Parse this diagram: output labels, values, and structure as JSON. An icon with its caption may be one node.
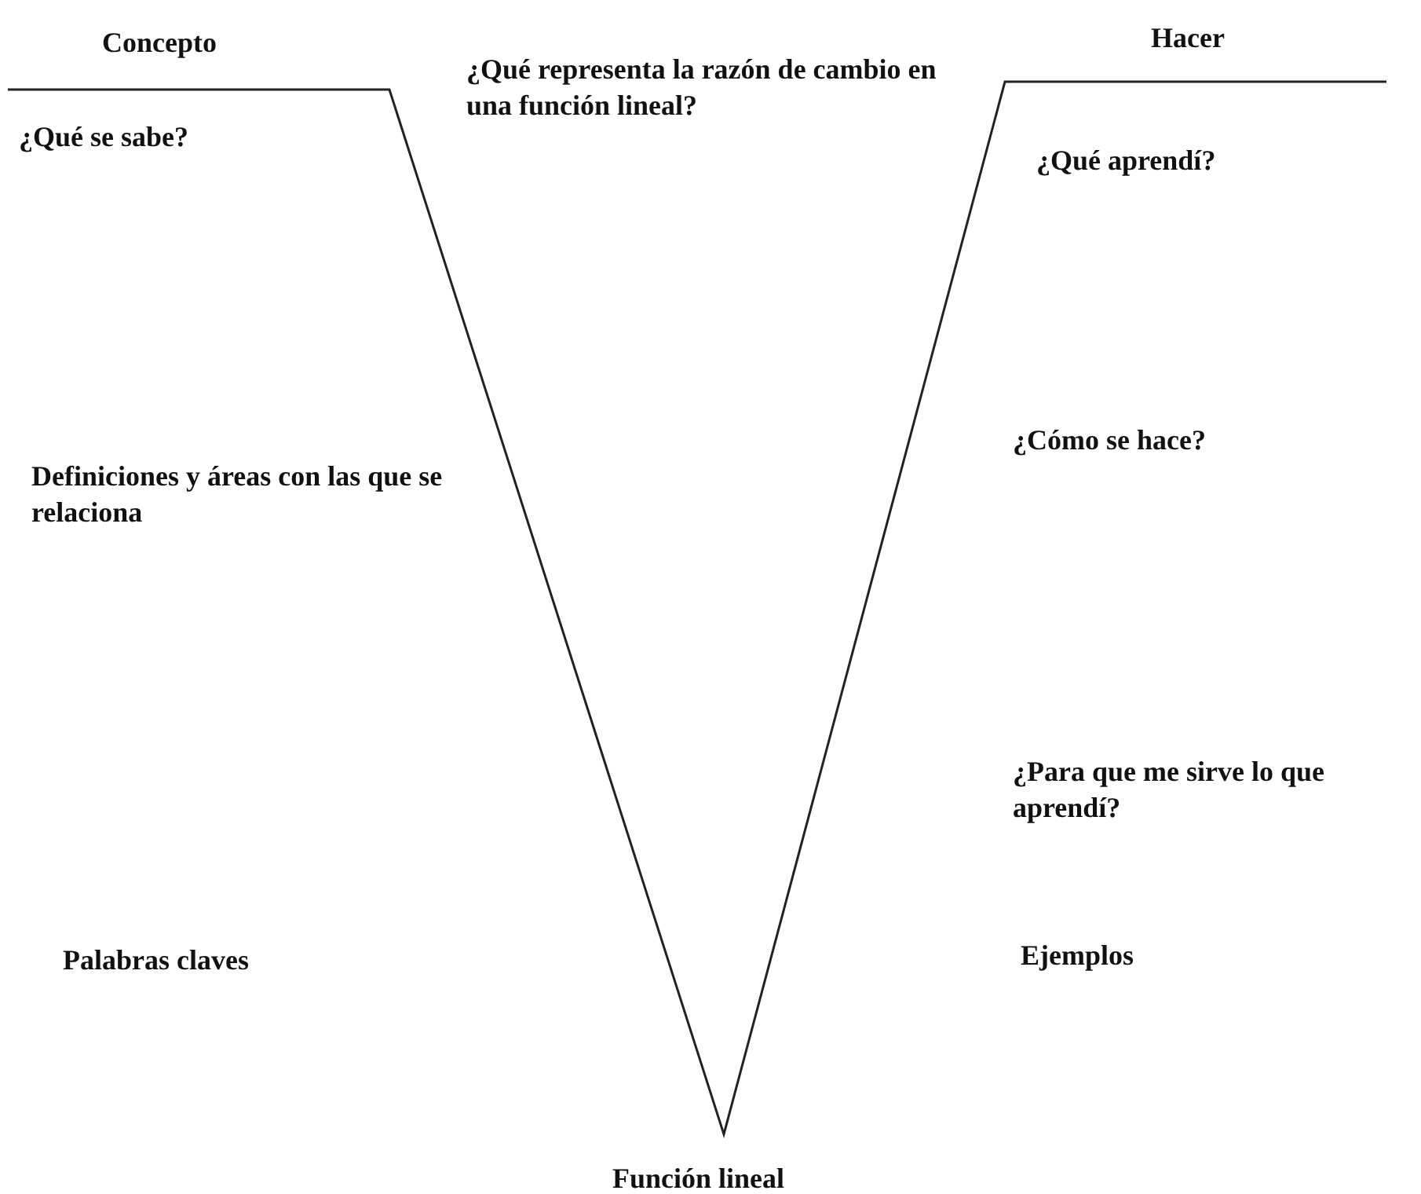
{
  "diagram": {
    "labels": [
      "Concepto",
      "¿Qué representa la razón de cambio en una función lineal?",
      "Hacer",
      "¿Qué se sabe?",
      "¿Qué aprendí?",
      "¿Cómo se hace?",
      "Definiciones y áreas con las que se relaciona",
      "¿Para que me sirve lo que aprendí?",
      "Palabras claves",
      "Ejemplos",
      "Función lineal"
    ]
  }
}
